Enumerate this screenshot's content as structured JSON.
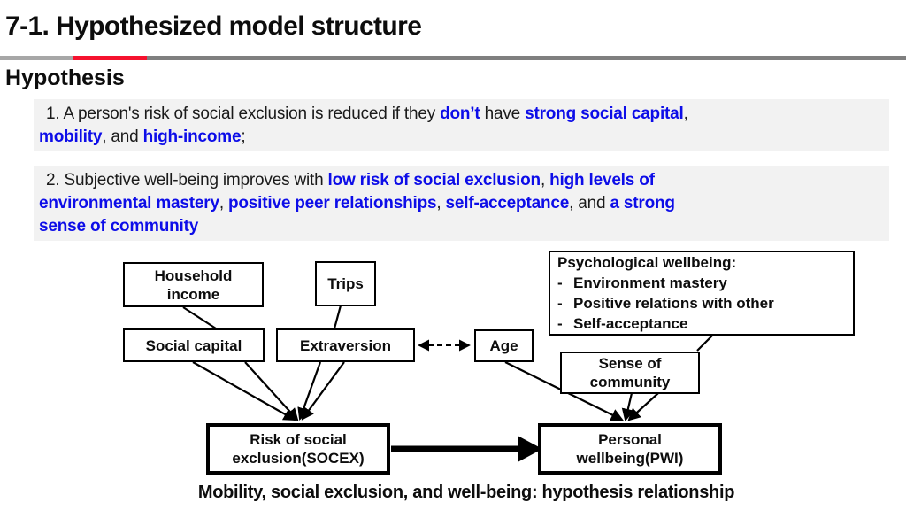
{
  "slide": {
    "title": "7-1. Hypothesized model structure",
    "section_heading": "Hypothesis",
    "caption": "Mobility, social exclusion, and well-being: hypothesis relationship"
  },
  "colors": {
    "highlight_blue": "#0D0DE8",
    "divider_red": "#F5122E",
    "divider_dark_gray": "#7F7F7F",
    "divider_light_gray": "#A7A7A7",
    "hypothesis_block_bg": "#F2F2F2",
    "text_black": "#111111",
    "box_border_black": "#000000"
  },
  "hypotheses": {
    "h1_lines": [
      [
        {
          "t": "1. A person's risk of social exclusion is reduced if they "
        },
        {
          "t": "don’t",
          "hl": true
        },
        {
          "t": " have "
        },
        {
          "t": "strong social capital",
          "hl": true
        },
        {
          "t": ","
        }
      ],
      [
        {
          "t": "mobility",
          "hl": true
        },
        {
          "t": ", and "
        },
        {
          "t": "high-income",
          "hl": true
        },
        {
          "t": ";"
        }
      ]
    ],
    "h2_lines": [
      [
        {
          "t": "2. Subjective well-being improves with "
        },
        {
          "t": "low risk of social exclusion",
          "hl": true
        },
        {
          "t": ", "
        },
        {
          "t": "high levels of",
          "hl": true
        }
      ],
      [
        {
          "t": "environmental mastery",
          "hl": true
        },
        {
          "t": ", "
        },
        {
          "t": "positive peer relationships",
          "hl": true
        },
        {
          "t": ", "
        },
        {
          "t": "self-acceptance",
          "hl": true
        },
        {
          "t": ", and "
        },
        {
          "t": "a strong",
          "hl": true
        }
      ],
      [
        {
          "t": "sense of community",
          "hl": true
        }
      ]
    ]
  },
  "diagram": {
    "nodes": {
      "household": {
        "line1": "Household",
        "line2": "income"
      },
      "trips": {
        "label": "Trips"
      },
      "social": {
        "label": "Social capital"
      },
      "extraversion": {
        "label": "Extraversion"
      },
      "age": {
        "label": "Age"
      },
      "psych": {
        "title": "Psychological wellbeing:",
        "bullet": "-",
        "items": [
          "Environment mastery",
          "Positive relations with other",
          "Self-acceptance"
        ]
      },
      "sense": {
        "line1": "Sense of",
        "line2": "community"
      },
      "socex": {
        "line1": "Risk of social",
        "line2": "exclusion(SOCEX)"
      },
      "pwi": {
        "line1": "Personal",
        "line2": "wellbeing(PWI)"
      }
    },
    "edges": [
      {
        "from": "Household income",
        "to": "Social capital",
        "style": "line"
      },
      {
        "from": "Social capital",
        "to": "Risk of social exclusion (SOCEX)",
        "style": "arrow"
      },
      {
        "from": "Household income",
        "to": "Risk of social exclusion (SOCEX)",
        "style": "arrow"
      },
      {
        "from": "Trips",
        "to": "Extraversion",
        "style": "line"
      },
      {
        "from": "Trips",
        "to": "Risk of social exclusion (SOCEX)",
        "style": "arrow"
      },
      {
        "from": "Extraversion",
        "to": "Risk of social exclusion (SOCEX)",
        "style": "arrow"
      },
      {
        "from": "Extraversion",
        "to": "Age",
        "style": "dashed-double-arrow"
      },
      {
        "from": "Age",
        "to": "Personal wellbeing (PWI)",
        "style": "arrow"
      },
      {
        "from": "Psychological wellbeing",
        "to": "Sense of community",
        "style": "line"
      },
      {
        "from": "Psychological wellbeing",
        "to": "Personal wellbeing (PWI)",
        "style": "arrow"
      },
      {
        "from": "Sense of community",
        "to": "Personal wellbeing (PWI)",
        "style": "arrow"
      },
      {
        "from": "Risk of social exclusion (SOCEX)",
        "to": "Personal wellbeing (PWI)",
        "style": "thick-arrow"
      }
    ]
  }
}
